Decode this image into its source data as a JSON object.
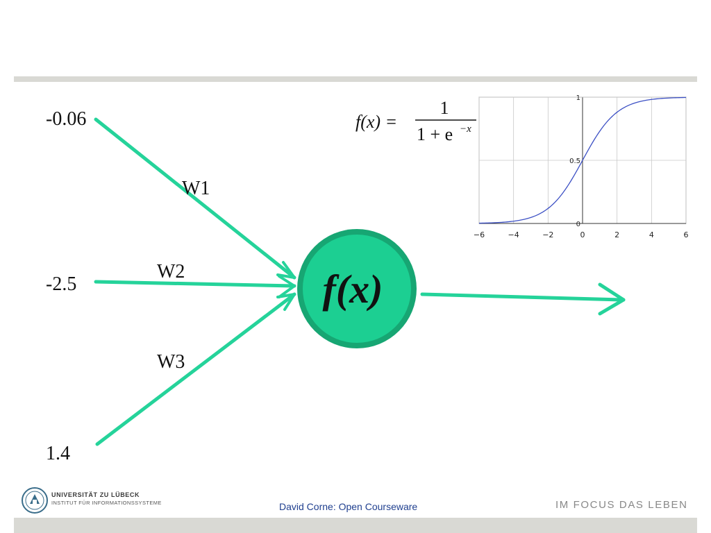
{
  "inputs": {
    "x1": "-0.06",
    "x2": "-2.5",
    "x3": "1.4"
  },
  "weights": {
    "w1": "W1",
    "w2": "W2",
    "w3": "W3"
  },
  "neuron": {
    "label": "f(x)"
  },
  "formula": {
    "lhs": "f(x) =",
    "numerator": "1",
    "denominator_base": "1 + e",
    "denominator_exponent": "−x"
  },
  "sigmoid_plot": {
    "x_ticks": [
      "−6",
      "−4",
      "−2",
      "0",
      "2",
      "4",
      "6"
    ],
    "y_ticks": [
      "0",
      "0.5",
      "1"
    ]
  },
  "footer": {
    "university": "UNIVERSITÄT ZU LÜBECK",
    "institute": "INSTITUT FÜR INFORMATIONSSYSTEME",
    "course": "David Corne: Open Courseware",
    "slogan": "IM FOCUS DAS LEBEN"
  },
  "colors": {
    "arrow": "#25d39a",
    "neuron_fill": "#1ccf92",
    "neuron_ring": "#17a673",
    "bars": "#d9d9d4",
    "sigmoid_curve": "#3b4fc4"
  }
}
